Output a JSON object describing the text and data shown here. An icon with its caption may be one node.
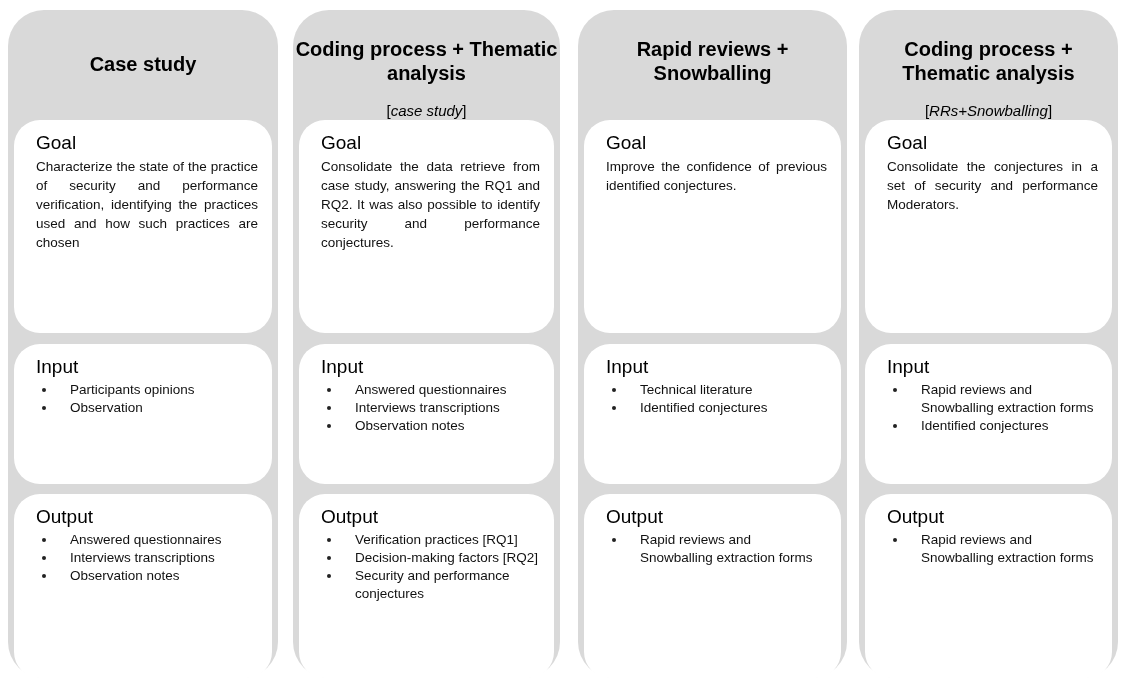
{
  "diagram": {
    "nodes": [
      {
        "text": [
          "Case study"
        ]
      },
      {
        "text": [
          "Goal",
          "Characterize the state of the practice of security and performance verification, identifying the practices used and how such practices are chosen"
        ],
        "in": 0
      },
      {
        "text": [
          "Input",
          "Participants opinions",
          "Observation"
        ],
        "in": 0
      },
      {
        "text": [
          "Output",
          "Answered questionnaires",
          "Interviews transcriptions",
          "Observation notes"
        ],
        "in": 0
      },
      {
        "text": [
          "Coding process + Thematic analysis",
          "[*case study*]"
        ]
      },
      {
        "text": [
          "Goal",
          "Consolidate the data retrieve from case study, answering the RQ1 and RQ2. It was also possible to identify security and performance conjectures."
        ],
        "in": 4
      },
      {
        "text": [
          "Input",
          "Answered questionnaires",
          "Interviews transcriptions",
          "Observation notes"
        ],
        "in": 4
      },
      {
        "text": [
          "Output",
          "Verification practices [RQ1]",
          "Decision-making factors [RQ2]",
          "Security and performance conjectures"
        ],
        "in": 4
      },
      {
        "text": [
          "Rapid reviews + Snowballing"
        ]
      },
      {
        "text": [
          "Goal",
          "Improve the confidence of previous identified conjectures."
        ],
        "in": 8
      },
      {
        "text": [
          "Input",
          "Technical literature",
          "Identified conjectures"
        ],
        "in": 8
      },
      {
        "text": [
          "Output",
          "Rapid reviews and Snowballing extraction forms"
        ],
        "in": 8
      },
      {
        "text": [
          "Coding process + Thematic analysis",
          "[*RRs+Snowballing*]"
        ]
      },
      {
        "text": [
          "Goal",
          "Consolidate the conjectures in a set of security and performance Moderators."
        ],
        "in": 12
      },
      {
        "text": [
          "Input",
          "Rapid reviews and Snowballing extraction forms",
          "Identified conjectures"
        ],
        "in": 12
      },
      {
        "text": [
          "Output",
          "Rapid reviews and Snowballing extraction forms"
        ],
        "in": 12
      }
    ],
    "edges": []
  }
}
